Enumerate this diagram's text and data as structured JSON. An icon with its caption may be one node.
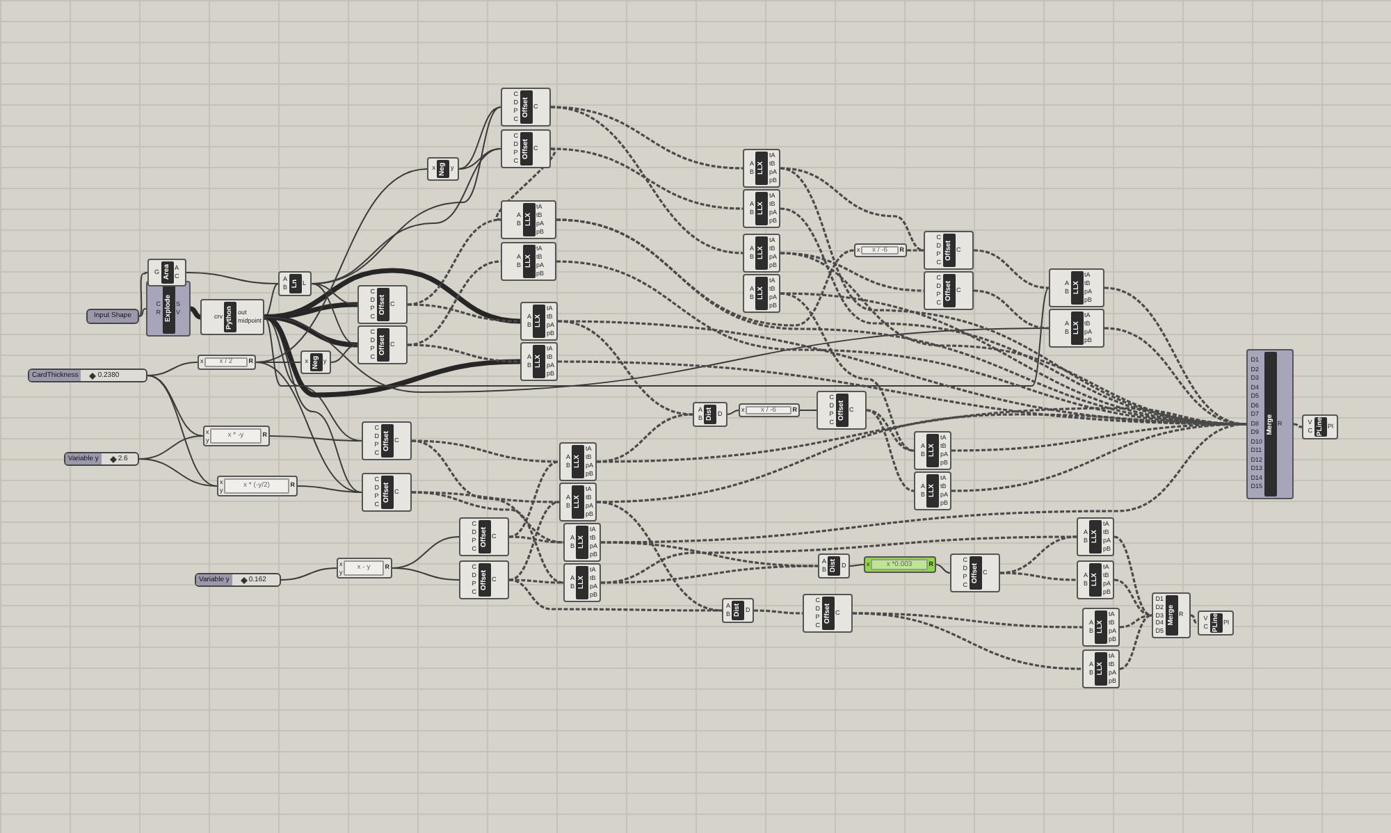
{
  "diagram": {
    "nodes": [
      {
        "text": [
          "Input Shape"
        ]
      },
      {
        "text": [
          "C R",
          "Explode",
          "S V"
        ]
      },
      {
        "text": [
          "G",
          "Area",
          "A C"
        ]
      },
      {
        "text": [
          "crv",
          "Python",
          "out midpoint"
        ]
      },
      {
        "text": [
          "A B",
          "Ln",
          "L"
        ]
      },
      {
        "text": [
          "CardThickness",
          "0.2380"
        ]
      },
      {
        "text": [
          "x",
          "x / 2",
          "R"
        ]
      },
      {
        "text": [
          "x",
          "Neg",
          "y"
        ]
      },
      {
        "text": [
          "x y",
          "x * -y",
          "R"
        ]
      },
      {
        "text": [
          "Variable y",
          "2.6"
        ]
      },
      {
        "text": [
          "x y",
          "x * (-y/2)",
          "R"
        ]
      },
      {
        "text": [
          "Variable y",
          "0.162"
        ]
      },
      {
        "text": [
          "x y",
          "x - y",
          "R"
        ]
      },
      {
        "text": [
          "C D P C",
          "Offset",
          "C"
        ]
      },
      {
        "text": [
          "C D P C",
          "Offset",
          "C"
        ]
      },
      {
        "text": [
          "C D P C",
          "Offset",
          "C"
        ]
      },
      {
        "text": [
          "C D P C",
          "Offset",
          "C"
        ]
      },
      {
        "text": [
          "C D P C",
          "Offset",
          "C"
        ]
      },
      {
        "text": [
          "C D P C",
          "Offset",
          "C"
        ]
      },
      {
        "text": [
          "x",
          "Neg",
          "y"
        ]
      },
      {
        "text": [
          "A B",
          "LLX",
          "tA tB pA pB"
        ]
      },
      {
        "text": [
          "A B",
          "LLX",
          "tA tB pA pB"
        ]
      },
      {
        "text": [
          "A B",
          "LLX",
          "tA tB pA pB"
        ]
      },
      {
        "text": [
          "A B",
          "LLX",
          "tA tB pA pB"
        ]
      },
      {
        "text": [
          "A B",
          "LLX",
          "tA tB pA pB"
        ]
      },
      {
        "text": [
          "A B",
          "LLX",
          "tA tB pA pB"
        ]
      },
      {
        "text": [
          "A B",
          "LLX",
          "tA tB pA pB"
        ]
      },
      {
        "text": [
          "A B",
          "LLX",
          "tA tB pA pB"
        ]
      },
      {
        "text": [
          "x",
          "x / -6",
          "R"
        ]
      },
      {
        "text": [
          "C D P C",
          "Offset",
          "C"
        ]
      },
      {
        "text": [
          "C D P C",
          "Offset",
          "C"
        ]
      },
      {
        "text": [
          "A B",
          "LLX",
          "tA tB pA pB"
        ]
      },
      {
        "text": [
          "A B",
          "LLX",
          "tA tB pA pB"
        ]
      },
      {
        "text": [
          "D1 D2 D3 D4 D5 D6 D7 D8 D9 D10 D11 D12 D13 D14 D15",
          "Merge",
          "R"
        ]
      },
      {
        "text": [
          "V C",
          "PLine",
          "Pl"
        ]
      },
      {
        "text": [
          "A B",
          "Dist",
          "D"
        ]
      },
      {
        "text": [
          "x",
          "x / -6",
          "R"
        ]
      },
      {
        "text": [
          "C D P C",
          "Offset",
          "C"
        ]
      },
      {
        "text": [
          "A B",
          "LLX",
          "tA tB pA pB"
        ]
      },
      {
        "text": [
          "A B",
          "LLX",
          "tA tB pA pB"
        ]
      },
      {
        "text": [
          "A B",
          "LLX",
          "tA tB pA pB"
        ]
      },
      {
        "text": [
          "A B",
          "LLX",
          "tA tB pA pB"
        ]
      },
      {
        "text": [
          "A B",
          "LLX",
          "tA tB pA pB"
        ]
      },
      {
        "text": [
          "A B",
          "LLX",
          "tA tB pA pB"
        ]
      },
      {
        "text": [
          "C D P C",
          "Offset",
          "C"
        ]
      },
      {
        "text": [
          "C D P C",
          "Offset",
          "C"
        ]
      },
      {
        "text": [
          "A B",
          "Dist",
          "D"
        ]
      },
      {
        "text": [
          "x",
          "x *0.003",
          "R"
        ]
      },
      {
        "text": [
          "C D P C",
          "Offset",
          "C"
        ]
      },
      {
        "text": [
          "A B",
          "Dist",
          "D"
        ]
      },
      {
        "text": [
          "C D P C",
          "Offset",
          "C"
        ]
      },
      {
        "text": [
          "A B",
          "LLX",
          "tA tB pA pB"
        ]
      },
      {
        "text": [
          "A B",
          "LLX",
          "tA tB pA pB"
        ]
      },
      {
        "text": [
          "A B",
          "LLX",
          "tA tB pA pB"
        ]
      },
      {
        "text": [
          "A B",
          "LLX",
          "tA tB pA pB"
        ]
      },
      {
        "text": [
          "D1 D2 D3 D4 D5",
          "Merge",
          "R"
        ]
      },
      {
        "text": [
          "V C",
          "PLine",
          "Pl"
        ]
      }
    ],
    "edges": [
      {
        "from": 0,
        "to": 1,
        "arrow": "none"
      },
      {
        "from": 0,
        "to": 2,
        "arrow": "none"
      },
      {
        "from": 1,
        "to": 3,
        "arrow": "none",
        "style": "thick"
      },
      {
        "from": 2,
        "to": 4,
        "arrow": "none"
      },
      {
        "from": 3,
        "to": 4,
        "arrow": "none"
      },
      {
        "from": 3,
        "to": 13,
        "arrow": "none",
        "style": "thick"
      },
      {
        "from": 3,
        "to": 14,
        "arrow": "none",
        "style": "thick"
      },
      {
        "from": 3,
        "to": 15,
        "arrow": "none"
      },
      {
        "from": 3,
        "to": 16,
        "arrow": "none"
      },
      {
        "from": 3,
        "to": 22,
        "arrow": "none",
        "style": "thick"
      },
      {
        "from": 3,
        "to": 23,
        "arrow": "none",
        "style": "thick"
      },
      {
        "from": 3,
        "to": 31,
        "arrow": "none"
      },
      {
        "from": 3,
        "to": 32,
        "arrow": "none"
      },
      {
        "from": 4,
        "to": 13,
        "arrow": "none"
      },
      {
        "from": 4,
        "to": 14,
        "arrow": "none"
      },
      {
        "from": 4,
        "to": 17,
        "arrow": "none"
      },
      {
        "from": 4,
        "to": 18,
        "arrow": "none"
      },
      {
        "from": 5,
        "to": 6,
        "arrow": "none"
      },
      {
        "from": 5,
        "to": 8,
        "arrow": "none"
      },
      {
        "from": 5,
        "to": 10,
        "arrow": "none"
      },
      {
        "from": 6,
        "to": 7,
        "arrow": "none"
      },
      {
        "from": 6,
        "to": 19,
        "arrow": "none"
      },
      {
        "from": 6,
        "to": 16,
        "arrow": "none"
      },
      {
        "from": 7,
        "to": 14,
        "arrow": "none"
      },
      {
        "from": 9,
        "to": 8,
        "arrow": "none"
      },
      {
        "from": 9,
        "to": 10,
        "arrow": "none"
      },
      {
        "from": 8,
        "to": 15,
        "arrow": "none"
      },
      {
        "from": 10,
        "to": 16,
        "arrow": "none"
      },
      {
        "from": 11,
        "to": 12,
        "arrow": "none"
      },
      {
        "from": 12,
        "to": 44,
        "arrow": "none"
      },
      {
        "from": 12,
        "to": 45,
        "arrow": "none"
      },
      {
        "from": 19,
        "to": 17,
        "arrow": "none"
      },
      {
        "from": 19,
        "to": 18,
        "arrow": "none"
      },
      {
        "from": 17,
        "to": 24,
        "arrow": "none",
        "style": "dashed"
      },
      {
        "from": 18,
        "to": 25,
        "arrow": "none",
        "style": "dashed"
      },
      {
        "from": 17,
        "to": 26,
        "arrow": "none",
        "style": "dashed"
      },
      {
        "from": 18,
        "to": 20,
        "arrow": "none",
        "style": "dashed"
      },
      {
        "from": 13,
        "to": 20,
        "arrow": "none",
        "style": "dashed"
      },
      {
        "from": 14,
        "to": 21,
        "arrow": "none",
        "style": "dashed"
      },
      {
        "from": 13,
        "to": 22,
        "arrow": "none",
        "style": "dashed"
      },
      {
        "from": 14,
        "to": 23,
        "arrow": "none",
        "style": "dashed"
      },
      {
        "from": 15,
        "to": 40,
        "arrow": "none",
        "style": "dashed"
      },
      {
        "from": 15,
        "to": 42,
        "arrow": "none",
        "style": "dashed"
      },
      {
        "from": 16,
        "to": 41,
        "arrow": "none",
        "style": "dashed"
      },
      {
        "from": 16,
        "to": 43,
        "arrow": "none",
        "style": "dashed"
      },
      {
        "from": 44,
        "to": 42,
        "arrow": "none",
        "style": "dashed"
      },
      {
        "from": 45,
        "to": 43,
        "arrow": "none",
        "style": "dashed"
      },
      {
        "from": 44,
        "to": 40,
        "arrow": "none",
        "style": "dashed"
      },
      {
        "from": 45,
        "to": 41,
        "arrow": "none",
        "style": "dashed"
      },
      {
        "from": 20,
        "to": 33,
        "arrow": "none",
        "style": "dashed"
      },
      {
        "from": 21,
        "to": 33,
        "arrow": "none",
        "style": "dashed"
      },
      {
        "from": 22,
        "to": 33,
        "arrow": "none",
        "style": "dashed"
      },
      {
        "from": 23,
        "to": 33,
        "arrow": "none",
        "style": "dashed"
      },
      {
        "from": 24,
        "to": 33,
        "arrow": "none",
        "style": "dashed"
      },
      {
        "from": 25,
        "to": 33,
        "arrow": "none",
        "style": "dashed"
      },
      {
        "from": 26,
        "to": 33,
        "arrow": "none",
        "style": "dashed"
      },
      {
        "from": 27,
        "to": 33,
        "arrow": "none",
        "style": "dashed"
      },
      {
        "from": 31,
        "to": 33,
        "arrow": "none",
        "style": "dashed"
      },
      {
        "from": 32,
        "to": 33,
        "arrow": "none",
        "style": "dashed"
      },
      {
        "from": 38,
        "to": 33,
        "arrow": "none",
        "style": "dashed"
      },
      {
        "from": 39,
        "to": 33,
        "arrow": "none",
        "style": "dashed"
      },
      {
        "from": 40,
        "to": 33,
        "arrow": "none",
        "style": "dashed"
      },
      {
        "from": 41,
        "to": 33,
        "arrow": "none",
        "style": "dashed"
      },
      {
        "from": 42,
        "to": 33,
        "arrow": "none",
        "style": "dashed"
      },
      {
        "from": 20,
        "to": 28,
        "arrow": "none",
        "style": "dashed"
      },
      {
        "from": 28,
        "to": 29,
        "arrow": "none",
        "style": "dashed"
      },
      {
        "from": 24,
        "to": 29,
        "arrow": "none",
        "style": "dashed"
      },
      {
        "from": 26,
        "to": 30,
        "arrow": "none",
        "style": "dashed"
      },
      {
        "from": 29,
        "to": 31,
        "arrow": "none",
        "style": "dashed"
      },
      {
        "from": 30,
        "to": 32,
        "arrow": "none",
        "style": "dashed"
      },
      {
        "from": 22,
        "to": 35,
        "arrow": "none",
        "style": "dashed"
      },
      {
        "from": 40,
        "to": 35,
        "arrow": "none",
        "style": "dashed"
      },
      {
        "from": 35,
        "to": 36,
        "arrow": "none"
      },
      {
        "from": 36,
        "to": 37,
        "arrow": "none"
      },
      {
        "from": 37,
        "to": 38,
        "arrow": "none",
        "style": "dashed"
      },
      {
        "from": 37,
        "to": 39,
        "arrow": "none",
        "style": "dashed"
      },
      {
        "from": 27,
        "to": 38,
        "arrow": "none",
        "style": "dashed"
      },
      {
        "from": 42,
        "to": 46,
        "arrow": "none",
        "style": "dashed"
      },
      {
        "from": 43,
        "to": 46,
        "arrow": "none",
        "style": "dashed"
      },
      {
        "from": 46,
        "to": 47,
        "arrow": "none"
      },
      {
        "from": 47,
        "to": 48,
        "arrow": "none"
      },
      {
        "from": 48,
        "to": 51,
        "arrow": "none",
        "style": "dashed"
      },
      {
        "from": 48,
        "to": 52,
        "arrow": "none",
        "style": "dashed"
      },
      {
        "from": 41,
        "to": 49,
        "arrow": "none",
        "style": "dashed"
      },
      {
        "from": 45,
        "to": 49,
        "arrow": "none",
        "style": "dashed"
      },
      {
        "from": 49,
        "to": 50,
        "arrow": "none",
        "style": "dashed"
      },
      {
        "from": 50,
        "to": 53,
        "arrow": "none",
        "style": "dashed"
      },
      {
        "from": 50,
        "to": 54,
        "arrow": "none",
        "style": "dashed"
      },
      {
        "from": 43,
        "to": 51,
        "arrow": "none",
        "style": "dashed"
      },
      {
        "from": 51,
        "to": 55,
        "arrow": "none",
        "style": "dashed"
      },
      {
        "from": 52,
        "to": 55,
        "arrow": "none",
        "style": "dashed"
      },
      {
        "from": 53,
        "to": 55,
        "arrow": "none",
        "style": "dashed"
      },
      {
        "from": 54,
        "to": 55,
        "arrow": "none",
        "style": "dashed"
      },
      {
        "from": 55,
        "to": 56,
        "arrow": "none",
        "style": "dashed"
      },
      {
        "from": 33,
        "to": 34,
        "arrow": "none",
        "style": "dashed"
      }
    ]
  }
}
